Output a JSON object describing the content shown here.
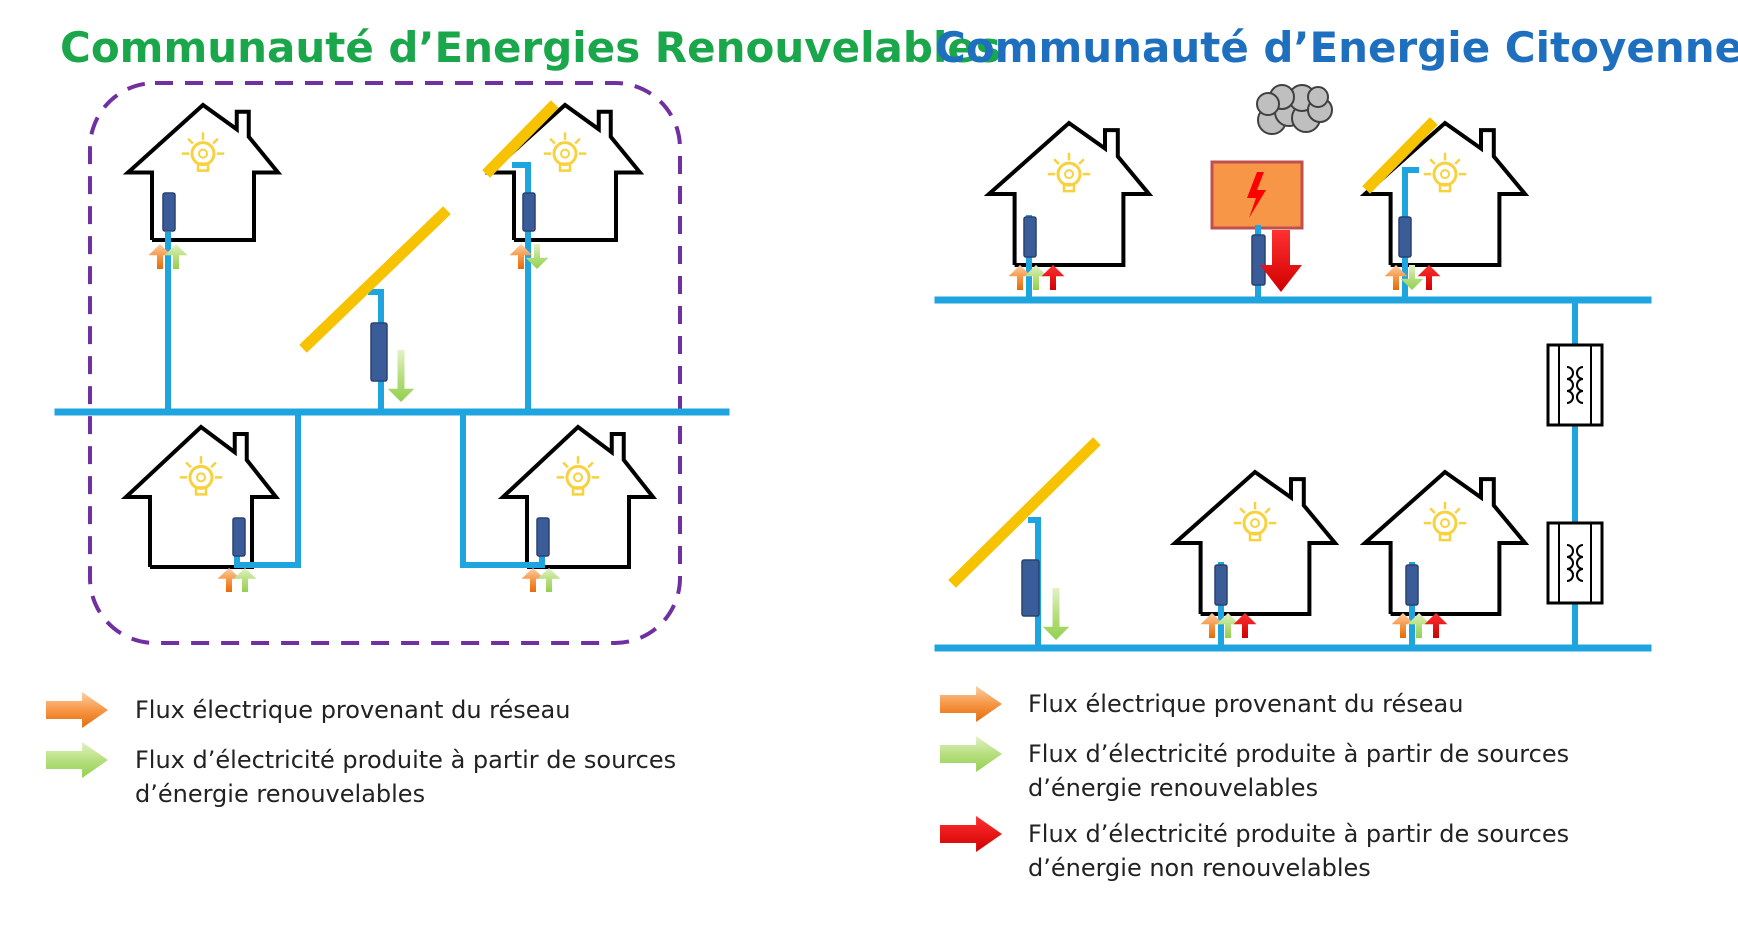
{
  "colors": {
    "green_title": "#1aa64a",
    "blue_title": "#1f6fbf",
    "grid_line": "#1ea5e0",
    "house_stroke": "#000000",
    "solar_panel": "#f7c300",
    "meter": "#3a5c99",
    "boundary": "#7030a0",
    "arrow_grid": "#f79646",
    "arrow_renewable": "#92d050",
    "arrow_nonrenewable": "#ff0000",
    "plant_fill": "#f79646",
    "bulb": "#f7d23e",
    "smoke": "#bfbfbf"
  },
  "left": {
    "title": "Communauté d’Energies Renouvelables",
    "legend": [
      {
        "icon": "orange-arrow-icon",
        "lines": [
          "Flux électrique provenant du réseau"
        ]
      },
      {
        "icon": "green-arrow-icon",
        "lines": [
          "Flux d’électricité produite à partir de sources",
          "d’énergie renouvelables"
        ]
      }
    ]
  },
  "right": {
    "title": "Communauté d’Energie Citoyenne",
    "legend": [
      {
        "icon": "orange-arrow-icon",
        "lines": [
          "Flux électrique provenant du réseau"
        ]
      },
      {
        "icon": "green-arrow-icon",
        "lines": [
          "Flux d’électricité produite à partir de sources",
          "d’énergie renouvelables"
        ]
      },
      {
        "icon": "red-arrow-icon",
        "lines": [
          "Flux d’électricité produite à partir de sources",
          "d’énergie non renouvelables"
        ]
      }
    ]
  }
}
